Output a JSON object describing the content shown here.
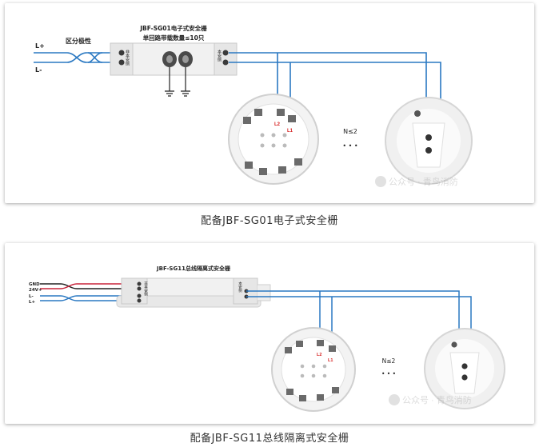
{
  "colors": {
    "wire_blue": "#2a78c2",
    "wire_red": "#c8233a",
    "wire_black": "#222222",
    "panel_border": "#d8d8d8",
    "label_red": "#d61f1f"
  },
  "diagram1": {
    "title_line1": "JBF-SG01电子式安全栅",
    "title_line2": "单回路带载数量≤10只",
    "polarity_label": "区分极性",
    "terminal_left_1": "L+",
    "terminal_left_2": "L-",
    "module_side_left": "非本安侧",
    "module_side_right": "本安侧",
    "count_label": "N≤2",
    "ellipsis": "• • •",
    "base_term_1": "L2",
    "base_term_2": "L1",
    "caption": "配备JBF-SG01电子式安全栅"
  },
  "diagram2": {
    "title": "JBF-SG11总线隔离式安全栅",
    "term_gnd": "GND",
    "term_24v": "24V+",
    "term_lminus": "L-",
    "term_lplus": "L+",
    "module_side_left": "非本安侧",
    "module_side_right": "本安侧",
    "count_label": "N≤2",
    "ellipsis": "• • •",
    "base_term_1": "L2",
    "base_term_2": "L1",
    "caption": "配备JBF-SG11总线隔离式安全栅"
  },
  "watermark": "公众号 · 青鸟消防",
  "icons": [
    "ground-symbol-icon",
    "ferrite-core-icon",
    "detector-base-icon",
    "smoke-detector-icon",
    "watermark-wechat-icon"
  ]
}
